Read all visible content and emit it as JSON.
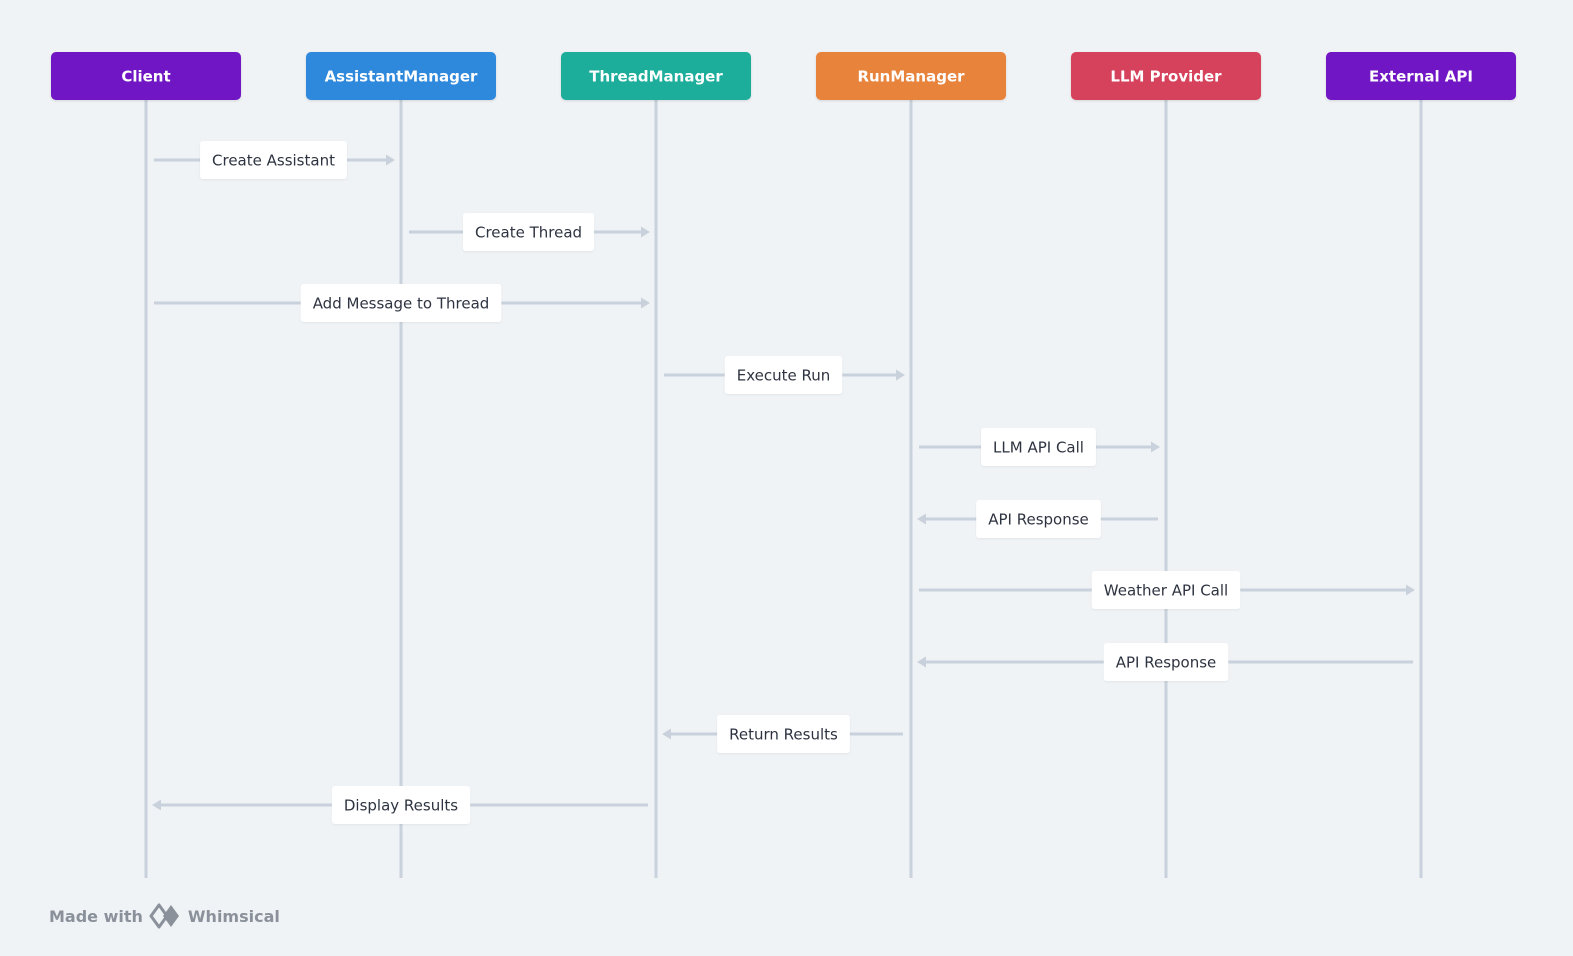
{
  "actors": [
    {
      "id": "client",
      "label": "Client",
      "color": "#7112c4"
    },
    {
      "id": "assistant-manager",
      "label": "AssistantManager",
      "color": "#2e88db"
    },
    {
      "id": "thread-manager",
      "label": "ThreadManager",
      "color": "#1bad9b"
    },
    {
      "id": "run-manager",
      "label": "RunManager",
      "color": "#e8833a"
    },
    {
      "id": "llm-provider",
      "label": "LLM Provider",
      "color": "#d6435b"
    },
    {
      "id": "external-api",
      "label": "External API",
      "color": "#7112c4"
    }
  ],
  "messages": [
    {
      "from": 0,
      "to": 1,
      "label": "Create Assistant"
    },
    {
      "from": 1,
      "to": 2,
      "label": "Create Thread"
    },
    {
      "from": 0,
      "to": 2,
      "label": "Add Message to Thread"
    },
    {
      "from": 2,
      "to": 3,
      "label": "Execute Run"
    },
    {
      "from": 3,
      "to": 4,
      "label": "LLM API Call"
    },
    {
      "from": 4,
      "to": 3,
      "label": "API Response"
    },
    {
      "from": 3,
      "to": 5,
      "label": "Weather API Call"
    },
    {
      "from": 5,
      "to": 3,
      "label": "API Response"
    },
    {
      "from": 3,
      "to": 2,
      "label": "Return Results"
    },
    {
      "from": 2,
      "to": 0,
      "label": "Display Results"
    }
  ],
  "colors": {
    "background": "#f0f3f6",
    "lifeline": "#c9d2dc",
    "arrow": "#c9d2dc",
    "label_box": "#ffffff",
    "label_text": "#2d3340",
    "footer_text": "#8a919a"
  },
  "footer": {
    "made_with": "Made with",
    "brand": "Whimsical",
    "logo_icon": "whimsical-logo-icon"
  }
}
